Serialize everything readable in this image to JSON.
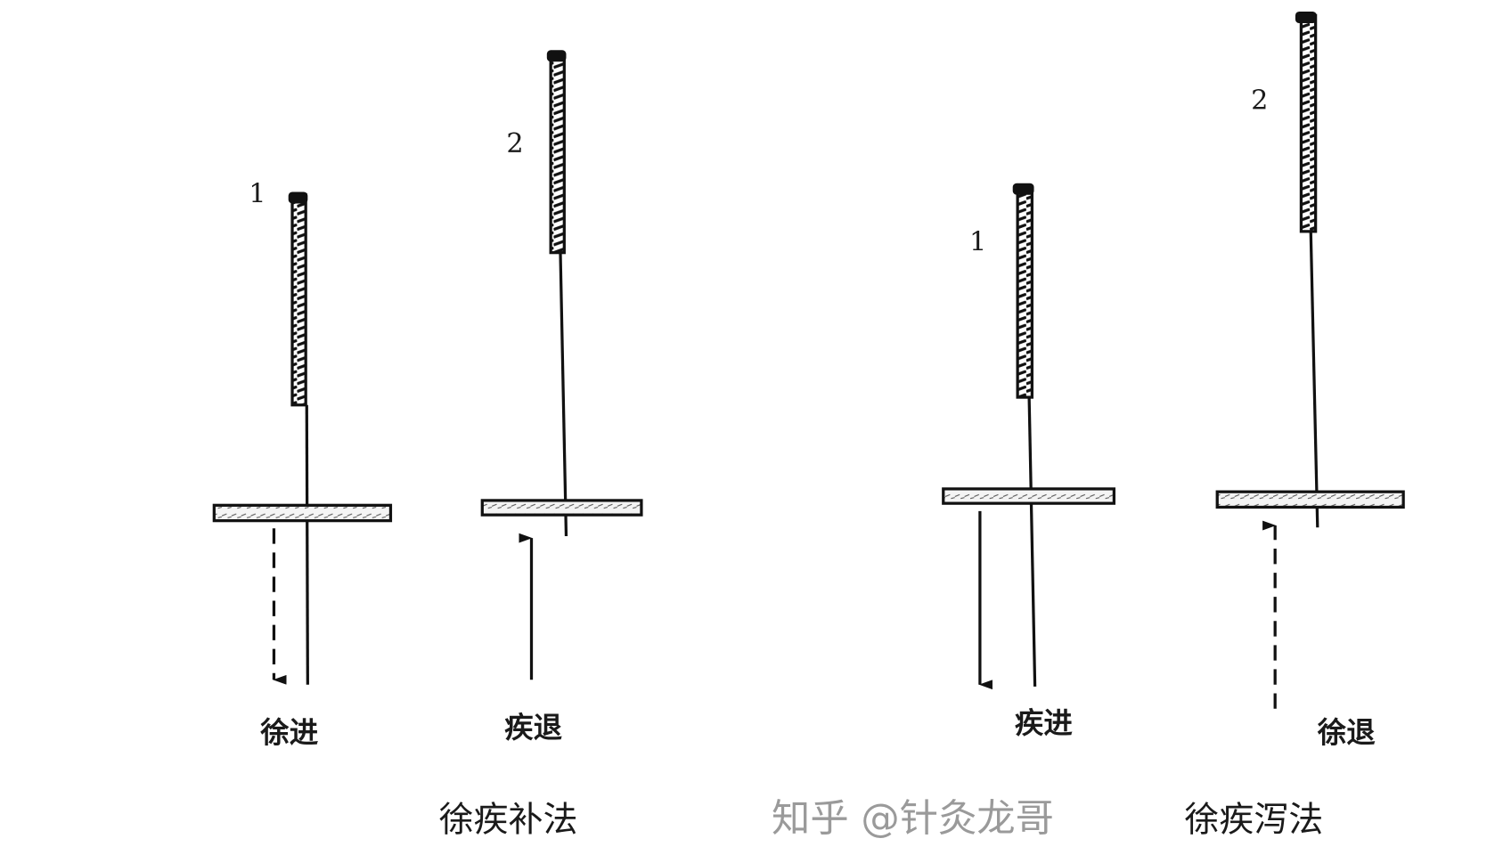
{
  "left_group": {
    "caption": "徐疾补法",
    "needle_1": {
      "number": "1",
      "action": "徐进",
      "arrow": "dashed-down"
    },
    "needle_2": {
      "number": "2",
      "action": "疾退",
      "arrow": "solid-up"
    }
  },
  "right_group": {
    "caption": "徐疾泻法",
    "needle_1": {
      "number": "1",
      "action": "疾进",
      "arrow": "solid-down"
    },
    "needle_2": {
      "number": "2",
      "action": "徐退",
      "arrow": "dashed-up"
    }
  },
  "watermark": "知乎 @针灸龙哥",
  "colors": {
    "ink": "#1a1a1a",
    "watermark": "#9a9a9a"
  }
}
